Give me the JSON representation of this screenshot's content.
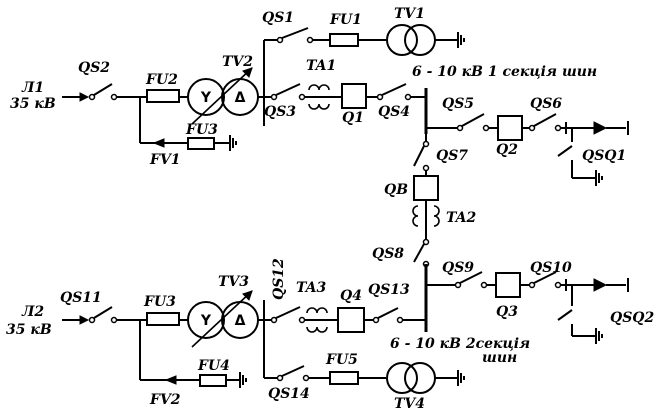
{
  "lines": {
    "line1": "Л1",
    "line1_voltage": "35 кВ",
    "line2": "Л2",
    "line2_voltage": "35 кВ"
  },
  "disconnectors": [
    "QS1",
    "QS2",
    "QS3",
    "QS4",
    "QS5",
    "QS6",
    "QS7",
    "QS8",
    "QS9",
    "QS10",
    "QS11",
    "QS12",
    "QS13",
    "QS14"
  ],
  "fuses": [
    "FU1",
    "FU2",
    "FU3",
    "FU3",
    "FU4",
    "FU5"
  ],
  "arresters": [
    "FV1",
    "FV2"
  ],
  "power_transformers": [
    "TV2",
    "TV3"
  ],
  "voltage_transformers": [
    "TV1",
    "TV4"
  ],
  "current_transformers": [
    "TA1",
    "TA2",
    "TA3"
  ],
  "breakers": [
    "Q1",
    "Q2",
    "Q3",
    "Q4",
    "QB"
  ],
  "earthing_switches": [
    "QSQ1",
    "QSQ2"
  ],
  "bus_labels": {
    "section1": "6 - 10 кВ 1 секція шин",
    "section2": "6 - 10 кВ  2секція",
    "section2_tail": "шин"
  },
  "winding_symbols": {
    "star": "Y",
    "delta": "Δ"
  }
}
